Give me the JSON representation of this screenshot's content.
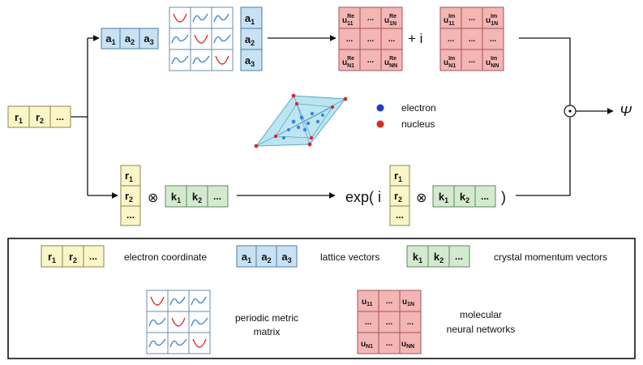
{
  "electron_coordinate_vector": {
    "r1": "r",
    "r1_sub": "1",
    "r2": "r",
    "r2_sub": "2",
    "ellipsis": "..."
  },
  "lattice_vectors": {
    "a1": "a",
    "a1_sub": "1",
    "a2": "a",
    "a2_sub": "2",
    "a3": "a",
    "a3_sub": "3"
  },
  "momentum_vectors": {
    "k1": "k",
    "k1_sub": "1",
    "k2": "k",
    "k2_sub": "2",
    "ellipsis": "..."
  },
  "matrix_real": {
    "top_left": "u",
    "top_left_sup": "Re",
    "top_left_sub": "11",
    "top_right": "u",
    "top_right_sup": "Re",
    "top_right_sub": "1N",
    "bottom_left": "u",
    "bottom_left_sup": "Re",
    "bottom_left_sub": "N1",
    "bottom_right": "u",
    "bottom_right_sup": "Re",
    "bottom_right_sub": "NN",
    "ellipsis": "..."
  },
  "matrix_imag": {
    "top_left": "u",
    "top_left_sup": "Im",
    "top_left_sub": "11",
    "top_right": "u",
    "top_right_sup": "Im",
    "top_right_sub": "1N",
    "bottom_left": "u",
    "bottom_left_sup": "Im",
    "bottom_left_sub": "N1",
    "bottom_right": "u",
    "bottom_right_sup": "Im",
    "bottom_right_sub": "NN",
    "ellipsis": "..."
  },
  "matrix_legend": {
    "top_left": "u",
    "top_left_sub": "11",
    "top_right": "u",
    "top_right_sub": "1N",
    "bottom_left": "u",
    "bottom_left_sub": "N1",
    "bottom_right": "u",
    "bottom_right_sub": "NN",
    "ellipsis": "..."
  },
  "operators": {
    "plus_i": "+ i",
    "tensor": "⊗",
    "exp_open": "exp( i",
    "close_paren": ")",
    "psi": "Ψ",
    "hadamard": "⊙"
  },
  "crystal_legend": {
    "electron": "electron",
    "nucleus": "nucleus"
  },
  "legend": {
    "electron_coordinate": "electron coordinate",
    "lattice_vectors": "lattice vectors",
    "crystal_momentum_vectors": "crystal momentum vectors",
    "periodic_metric_matrix_line1": "periodic metric",
    "periodic_metric_matrix_line2": "matrix",
    "molecular_nn_line1": "molecular",
    "molecular_nn_line2": "neural networks"
  },
  "colors": {
    "yellow_fill": "#fbf6c8",
    "yellow_stroke": "#8a8550",
    "blue_fill": "#c8e2f4",
    "blue_stroke": "#4d7ea3",
    "green_fill": "#d3ead0",
    "green_stroke": "#5e8a5a",
    "pink_fill": "#f4b5b5",
    "pink_stroke": "#a25555",
    "wave_blue": "#4a8cc4",
    "wave_red": "#d8332e",
    "crystal_cyan": "#9edaea",
    "electron_blue": "#1f3fc8",
    "nucleus_red": "#d82a2a"
  }
}
